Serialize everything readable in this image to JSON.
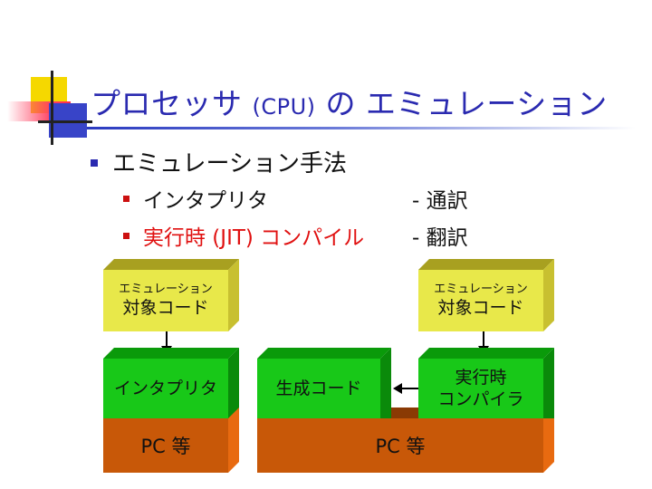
{
  "title": {
    "part1": "プロセッサ",
    "part2": "(CPU)",
    "part3": "の エミュレーション"
  },
  "bullets": {
    "main": "エミュレーション手法",
    "sub": [
      {
        "label": "インタプリタ",
        "desc": "- 通訳",
        "color": "#111111"
      },
      {
        "label": "実行時 (JIT) コンパイル",
        "desc": "- 翻訳",
        "color": "#e01010"
      }
    ]
  },
  "diagram": {
    "left": {
      "source_sub": "エミュレーション",
      "source_main": "対象コード",
      "engine": "インタプリタ",
      "platform": "PC 等"
    },
    "right": {
      "source_sub": "エミュレーション",
      "source_main": "対象コード",
      "generated": "生成コード",
      "compiler_line1": "実行時",
      "compiler_line2": "コンパイラ",
      "platform": "PC 等"
    },
    "colors": {
      "yellow_front": "#e8e84a",
      "yellow_top": "#a8a020",
      "yellow_side": "#c8c030",
      "green_front": "#18c818",
      "green_top": "#0a9a0a",
      "green_side": "#0a8a0a",
      "brown_front": "#c85808",
      "brown_side": "#e86a10"
    }
  }
}
